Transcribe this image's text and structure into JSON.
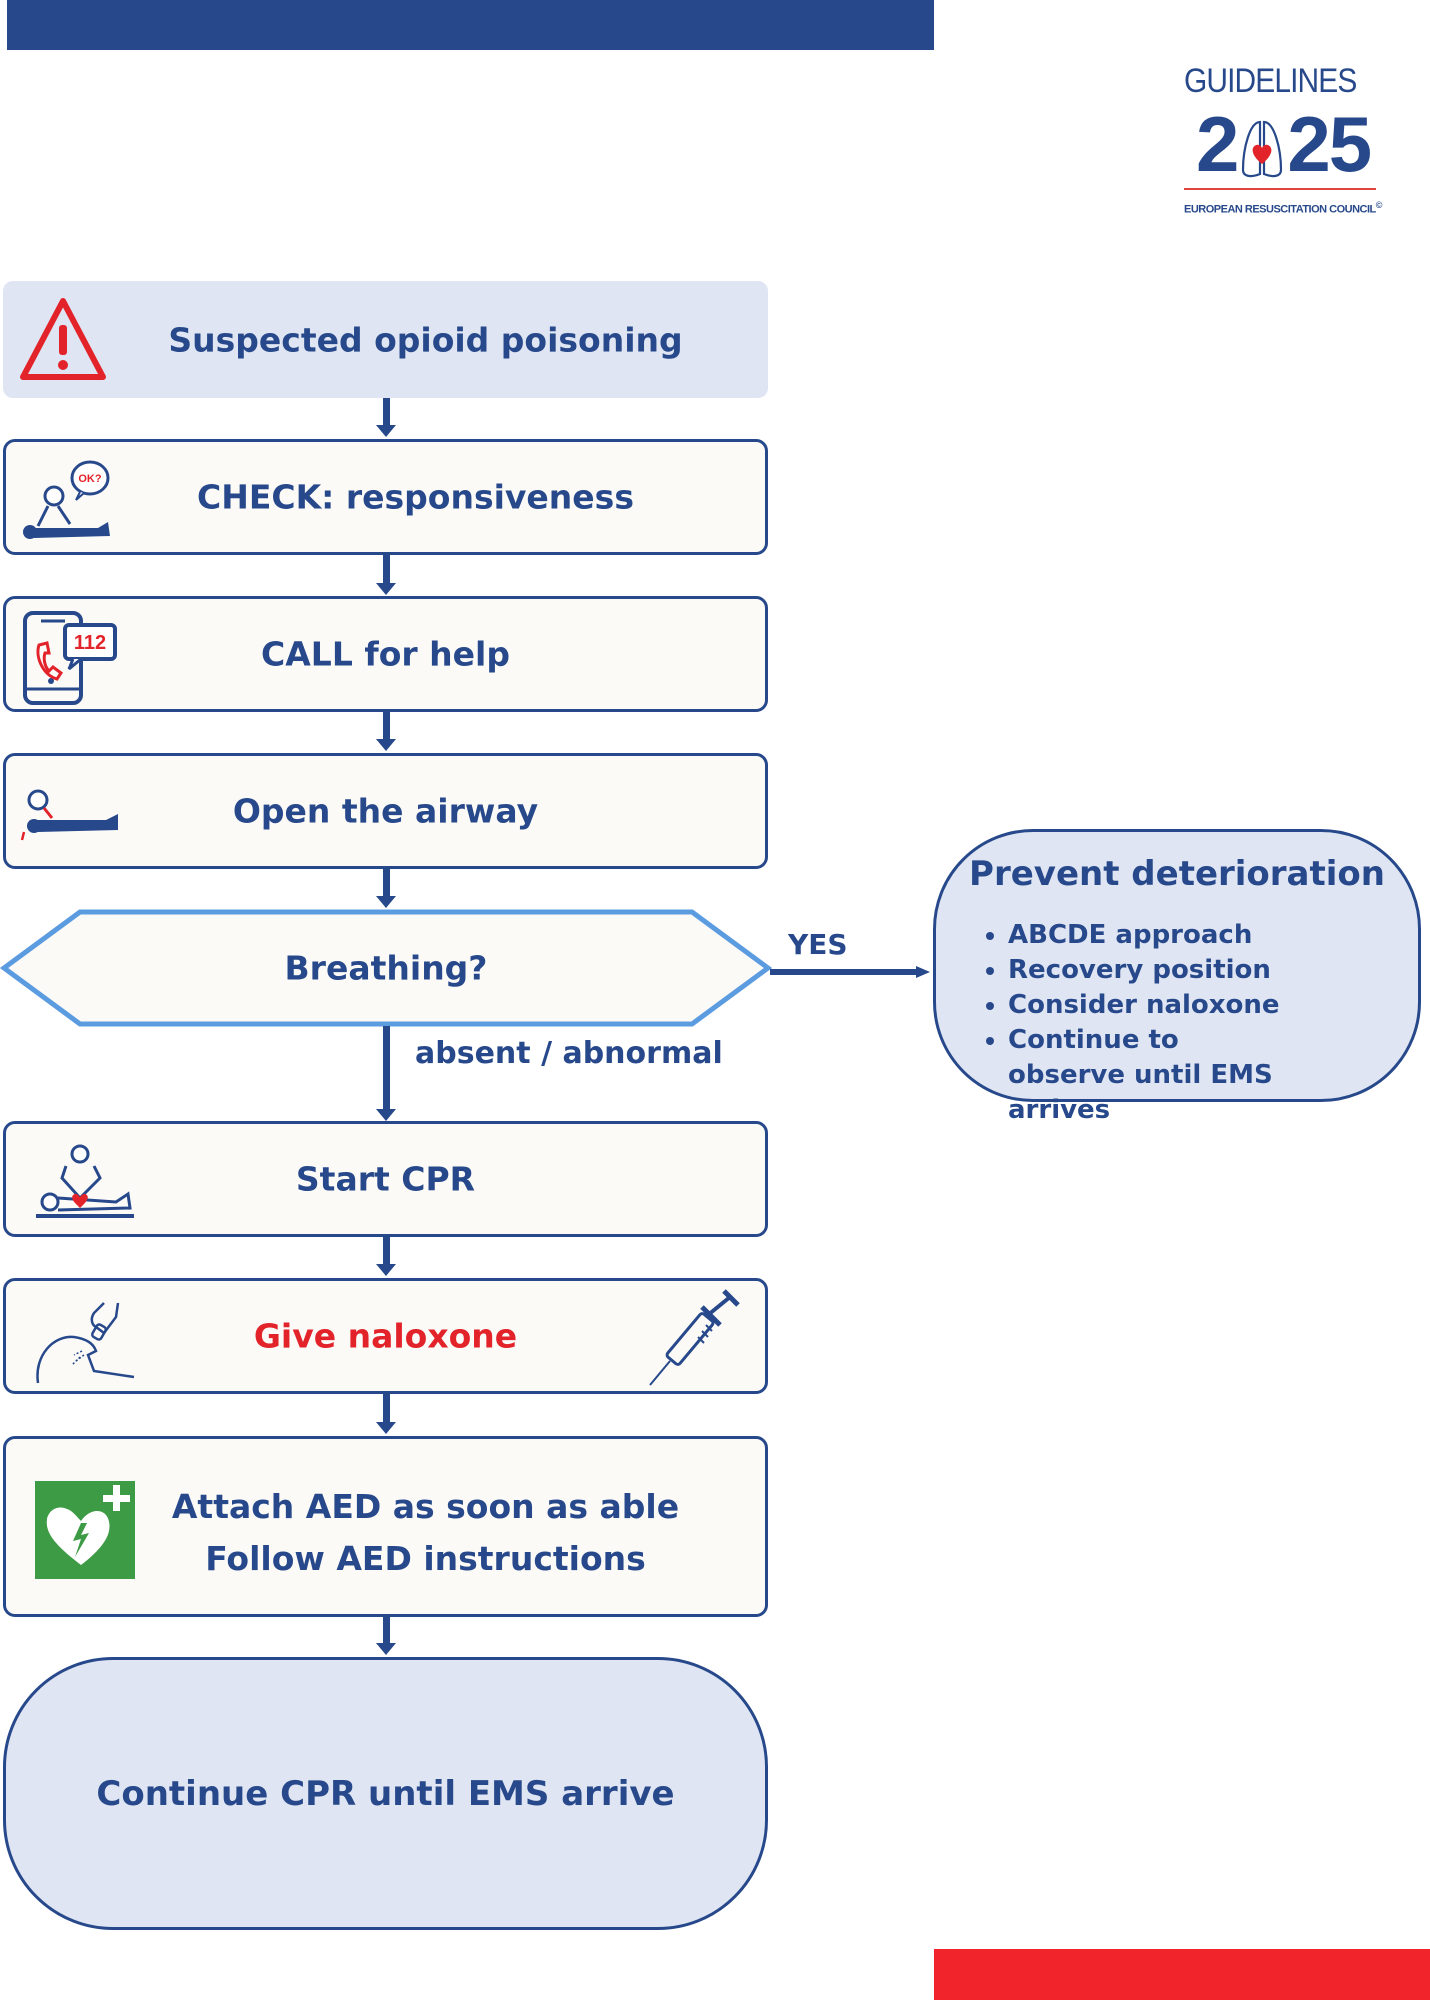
{
  "logo": {
    "guidelines": "GUIDELINES",
    "year_left": "2",
    "year_right": "25",
    "organisation": "EUROPEAN RESUSCITATION COUNCIL",
    "copyright": "©"
  },
  "flow": {
    "start": {
      "label": "Suspected opioid poisoning",
      "icon": "warning-triangle-icon"
    },
    "check": {
      "label": "CHECK: responsiveness",
      "icon": "check-responsiveness-icon",
      "bubble": "OK?"
    },
    "call": {
      "label": "CALL for help",
      "icon": "phone-112-icon",
      "number": "112"
    },
    "airway": {
      "label": "Open the airway",
      "icon": "open-airway-icon"
    },
    "decision": {
      "label": "Breathing?",
      "yes": "YES",
      "no": "absent / abnormal"
    },
    "cpr": {
      "label": "Start CPR",
      "icon": "cpr-icon"
    },
    "naloxone": {
      "label": "Give naloxone",
      "icons": [
        "nasal-spray-icon",
        "syringe-icon"
      ]
    },
    "aed": {
      "line1": "Attach AED as soon as able",
      "line2": "Follow AED instructions",
      "icon": "aed-icon"
    },
    "continue": {
      "label": "Continue CPR until EMS arrive"
    }
  },
  "prevent": {
    "title": "Prevent deterioration",
    "items": [
      "ABCDE approach",
      "Recovery position",
      "Consider naloxone",
      "Continue to observe until EMS arrives"
    ]
  },
  "colors": {
    "brand_blue": "#27498b",
    "alert_red": "#e3232a",
    "light_fill": "#dfe5f2",
    "decision_border": "#5b9be0",
    "aed_green": "#3d9b45"
  }
}
